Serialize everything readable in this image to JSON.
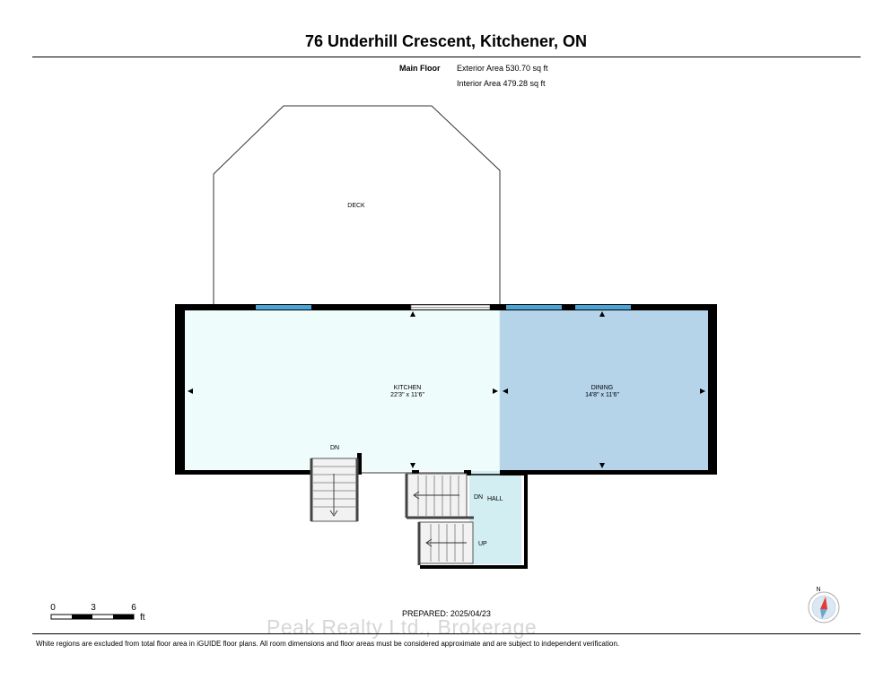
{
  "header": {
    "address": "76 Underhill Crescent, Kitchener, ON",
    "floor_name": "Main Floor",
    "exterior_area": "Exterior Area 530.70 sq ft",
    "interior_area": "Interior Area 479.28 sq ft"
  },
  "rooms": {
    "deck": "DECK",
    "kitchen": {
      "name": "KITCHEN",
      "dims": "22'3\" x 11'6\""
    },
    "dining": {
      "name": "DINING",
      "dims": "14'8\" x 11'6\""
    },
    "hall": "HALL"
  },
  "stairs": {
    "dn_left": "DN",
    "dn_hall": "DN",
    "up_hall": "UP"
  },
  "scale": {
    "tick0": "0",
    "tick3": "3",
    "tick6": "6",
    "unit": "ft"
  },
  "compass": {
    "north": "N"
  },
  "footer": {
    "prepared": "PREPARED: 2025/04/23",
    "watermark": "Peak Realty Ltd., Brokerage",
    "disclaimer": "White regions are excluded from total floor area in iGUIDE floor plans. All room dimensions and floor areas must be considered approximate and are subject to independent verification."
  },
  "colors": {
    "kitchen_fill": "#effcfc",
    "dining_fill": "#b5d3e9",
    "hall_fill": "#d3eef2",
    "window": "#4ba3d6",
    "wall": "#000000"
  }
}
